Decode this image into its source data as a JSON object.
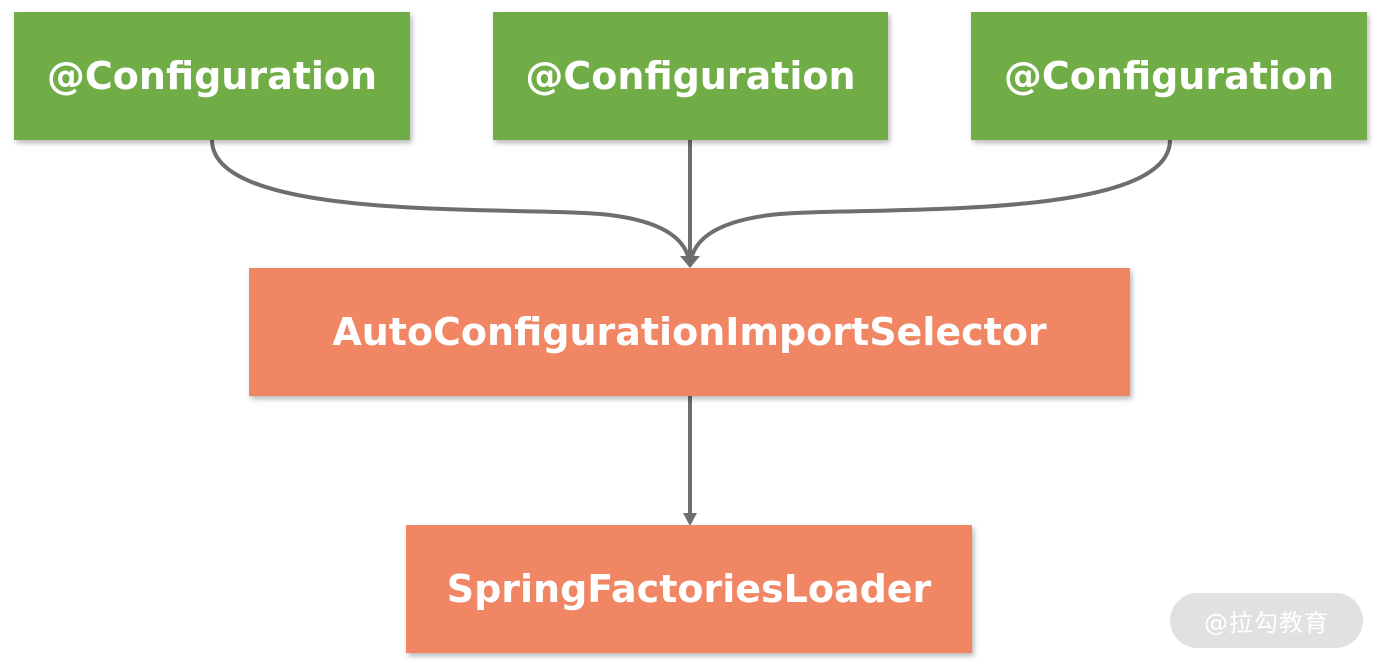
{
  "diagram": {
    "nodes": {
      "configuration_1": "@Configuration",
      "configuration_2": "@Configuration",
      "configuration_3": "@Configuration",
      "selector": "AutoConfigurationImportSelector",
      "loader": "SpringFactoriesLoader"
    },
    "edges": [
      {
        "from": "configuration_1",
        "to": "selector"
      },
      {
        "from": "configuration_2",
        "to": "selector"
      },
      {
        "from": "configuration_3",
        "to": "selector"
      },
      {
        "from": "selector",
        "to": "loader"
      }
    ],
    "colors": {
      "configuration_fill": "#70ad47",
      "class_fill": "#f08664",
      "connector": "#6e6e6e",
      "text": "#ffffff"
    }
  },
  "watermark": {
    "text": "@拉勾教育"
  }
}
